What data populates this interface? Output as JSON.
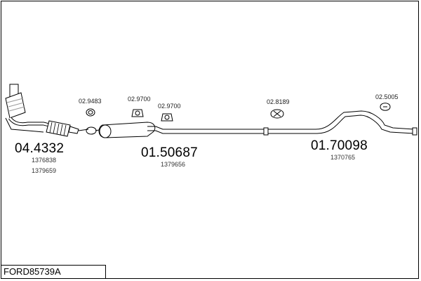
{
  "diagram": {
    "colors": {
      "line": "#000000",
      "part_fill": "#ffffff",
      "shade": "#bbbbbb"
    },
    "catalyst": {
      "code": "04.4332",
      "oem_numbers": [
        "1376838",
        "1379659"
      ]
    },
    "middle_silencer": {
      "code": "01.50687",
      "oem_numbers": [
        "1379656"
      ]
    },
    "rear_silencer": {
      "code": "01.70098",
      "oem_numbers": [
        "1370765"
      ]
    },
    "accessories": {
      "clamp_1": "02.9483",
      "mount_1": "02.9700",
      "mount_2": "02.9700",
      "rubber_1": "02.8189",
      "rubber_2": "02.5005"
    },
    "reference": "FORD85739A"
  }
}
